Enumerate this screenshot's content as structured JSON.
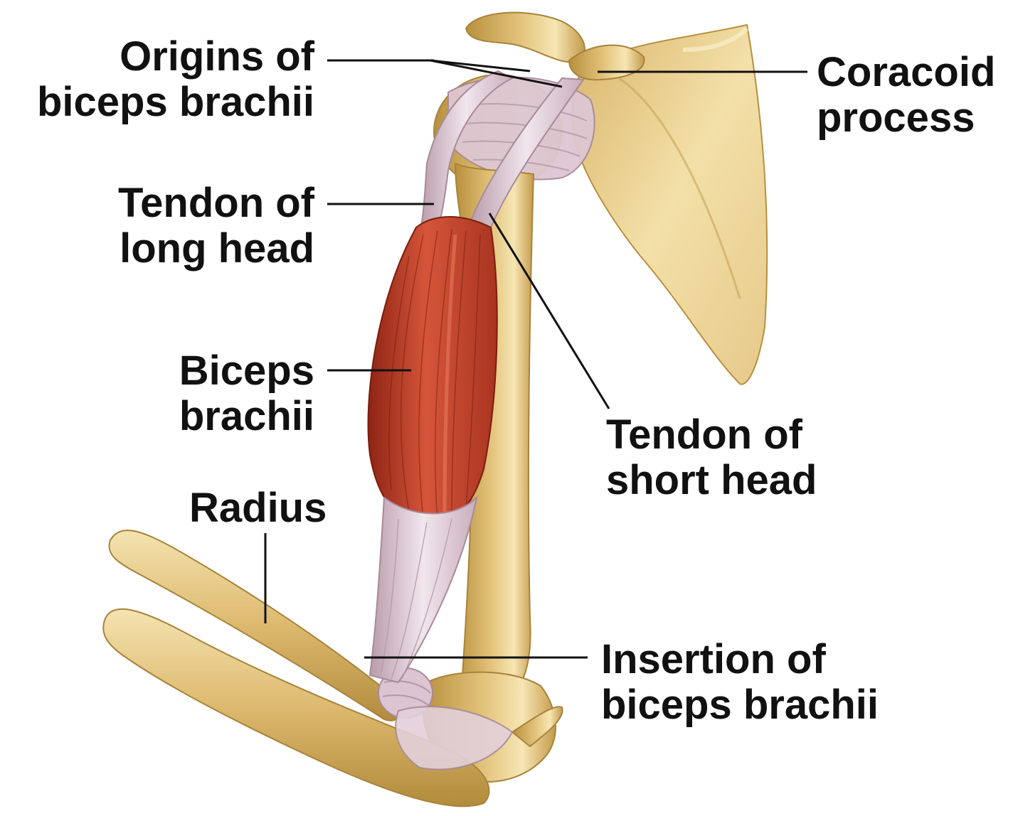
{
  "labels": {
    "origins": {
      "line1": "Origins of",
      "line2": "biceps brachii"
    },
    "coracoid": {
      "line1": "Coracoid",
      "line2": "process"
    },
    "long_head": {
      "line1": "Tendon of",
      "line2": "long head"
    },
    "biceps": {
      "line1": "Biceps",
      "line2": "brachii"
    },
    "short_head": {
      "line1": "Tendon of",
      "line2": "short head"
    },
    "radius": {
      "line1": "Radius"
    },
    "insertion": {
      "line1": "Insertion of",
      "line2": "biceps brachii"
    }
  },
  "colors": {
    "bone": "#e2c27a",
    "bone_shadow": "#b8903e",
    "bone_light": "#f6e6b4",
    "muscle": "#c7452c",
    "muscle_dark": "#8e2414",
    "tendon": "#e7d6df",
    "tendon_shadow": "#b99cab",
    "leader": "#111111"
  }
}
